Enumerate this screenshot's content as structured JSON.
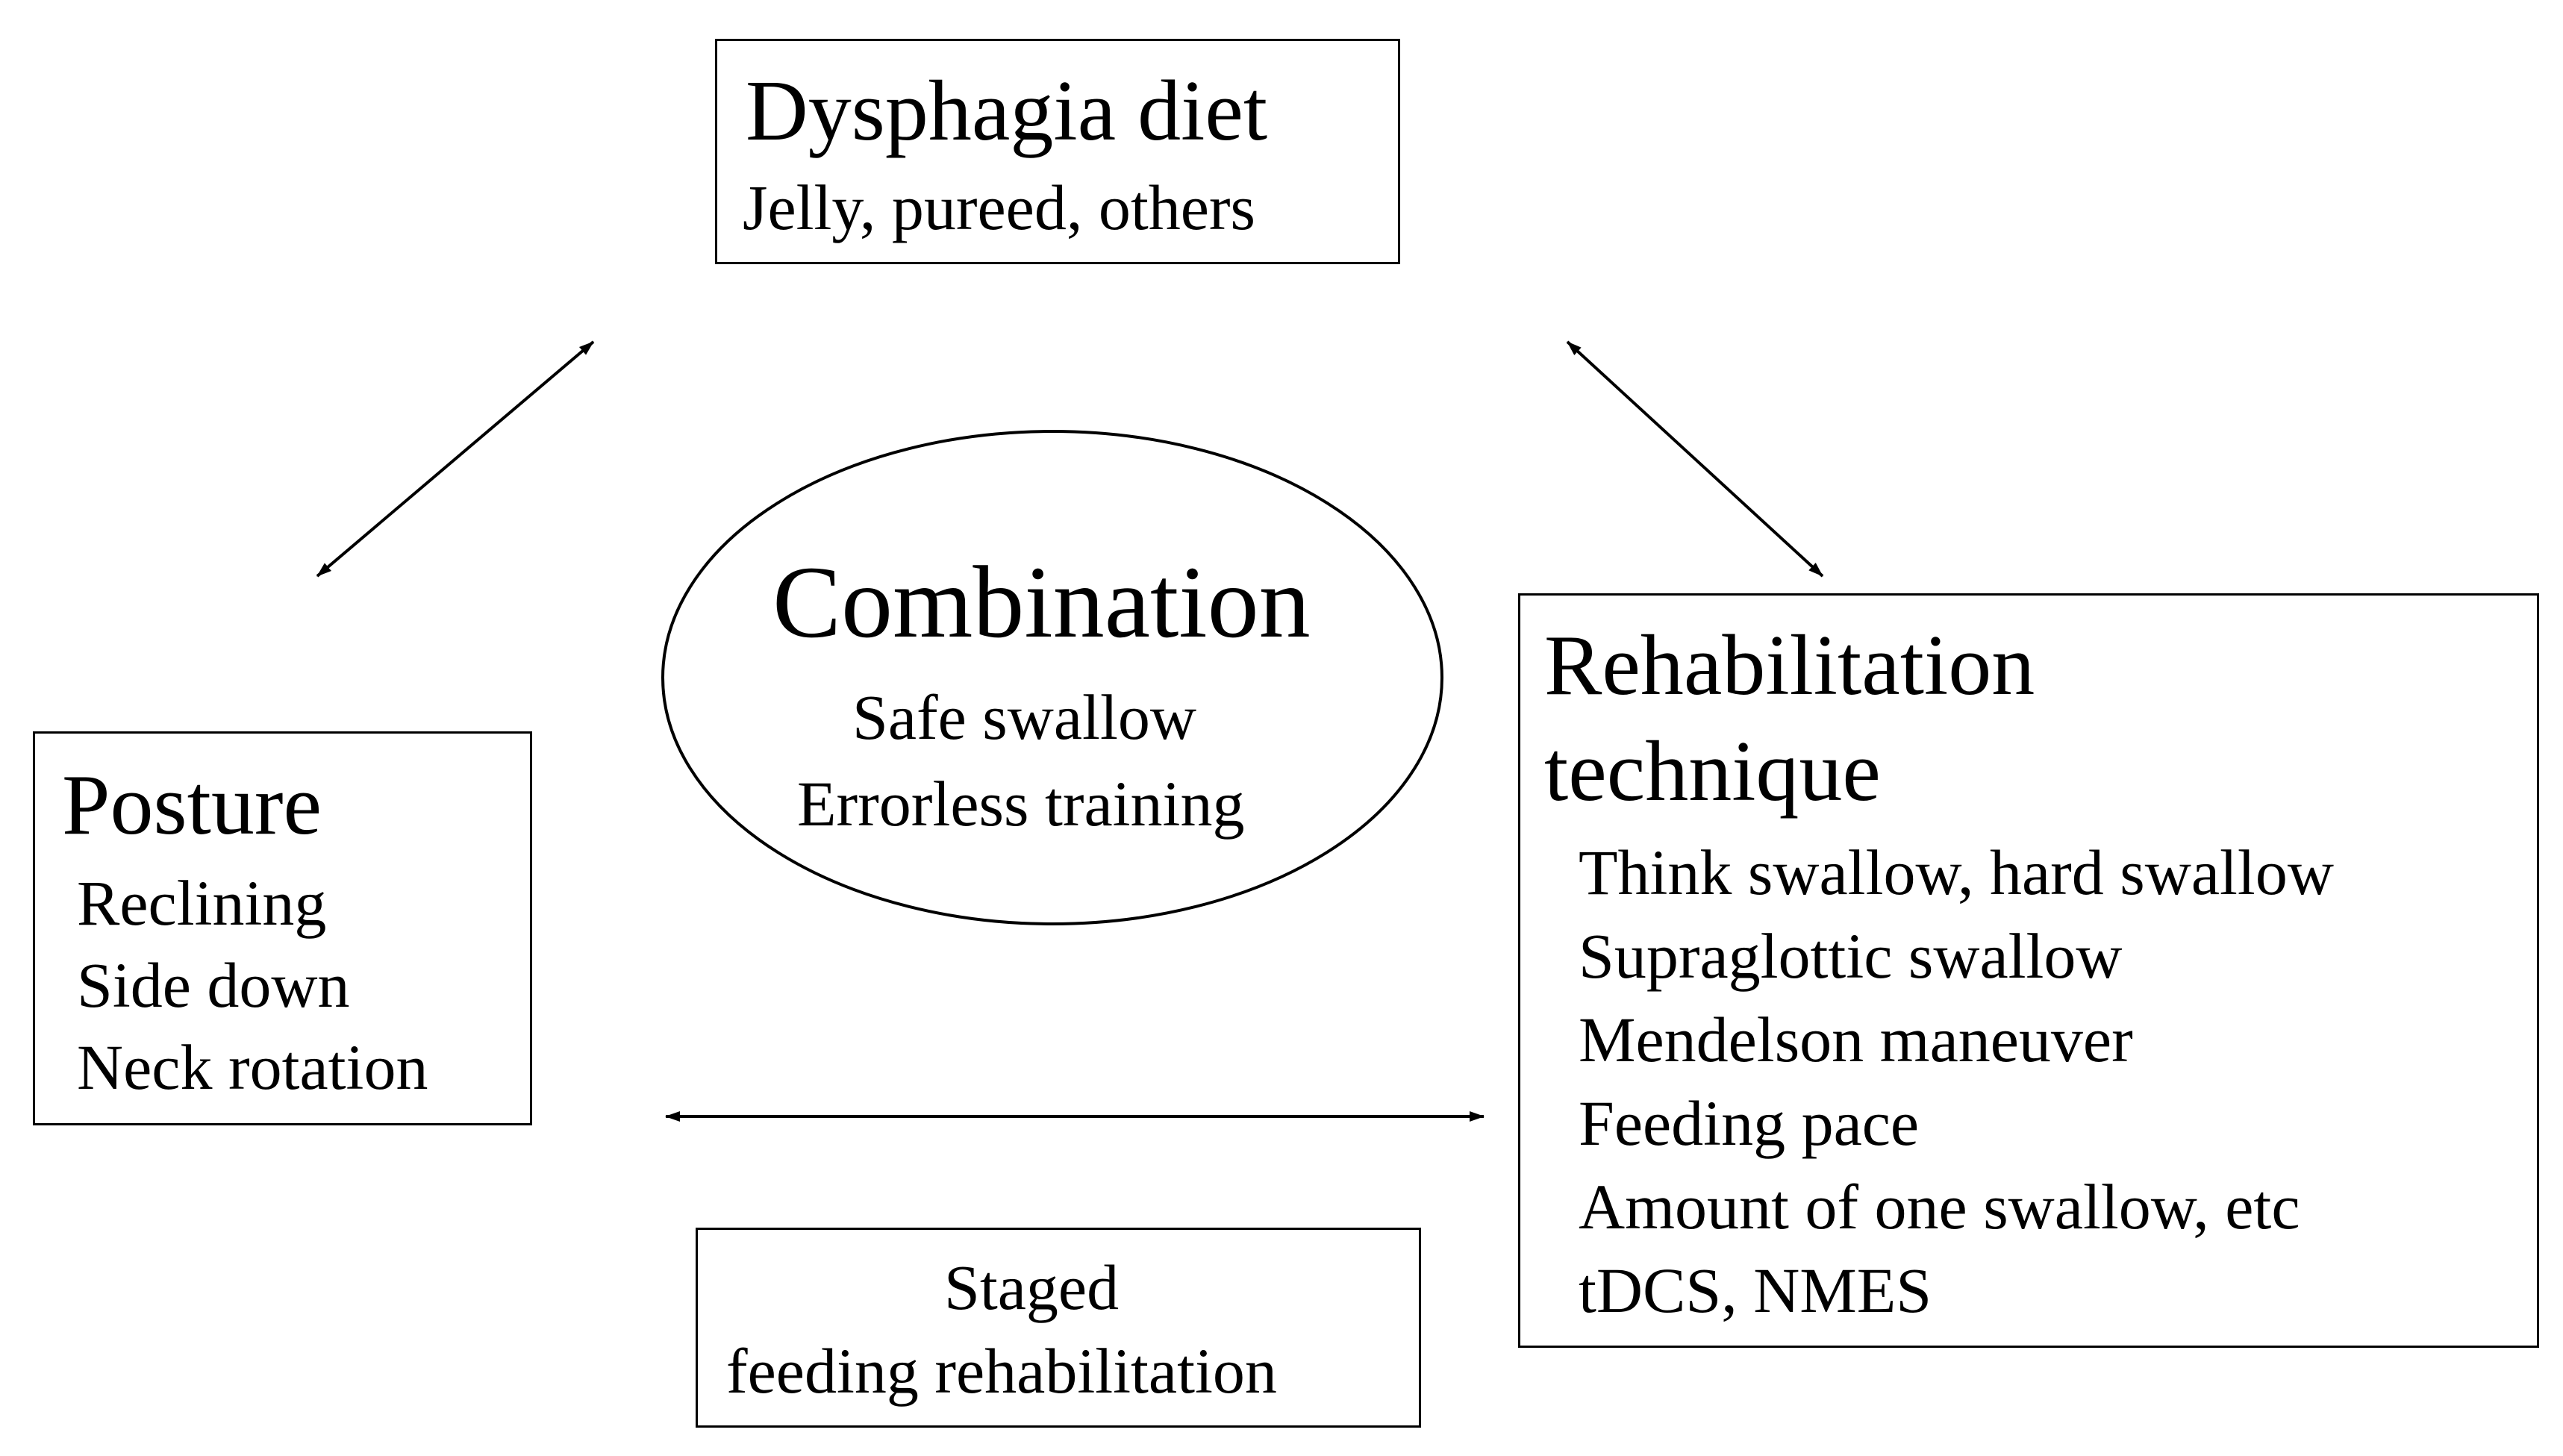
{
  "diet": {
    "title": "Dysphagia diet",
    "lines": [
      "Jelly, pureed, others"
    ]
  },
  "posture": {
    "title": "Posture",
    "lines": [
      "Reclining",
      "Side down",
      "Neck rotation"
    ]
  },
  "combination": {
    "title": "Combination",
    "lines": [
      "Safe swallow",
      "Errorless training"
    ]
  },
  "rehab": {
    "title_lines": [
      "Rehabilitation",
      "technique"
    ],
    "lines": [
      "Think swallow,  hard swallow",
      "Supraglottic swallow",
      "Mendelson maneuver",
      "Feeding pace",
      "Amount of one swallow, etc",
      "tDCS, NMES"
    ]
  },
  "staged": {
    "lines": [
      "Staged",
      "feeding rehabilitation"
    ]
  },
  "colors": {
    "stroke": "#000000",
    "background": "#ffffff"
  }
}
